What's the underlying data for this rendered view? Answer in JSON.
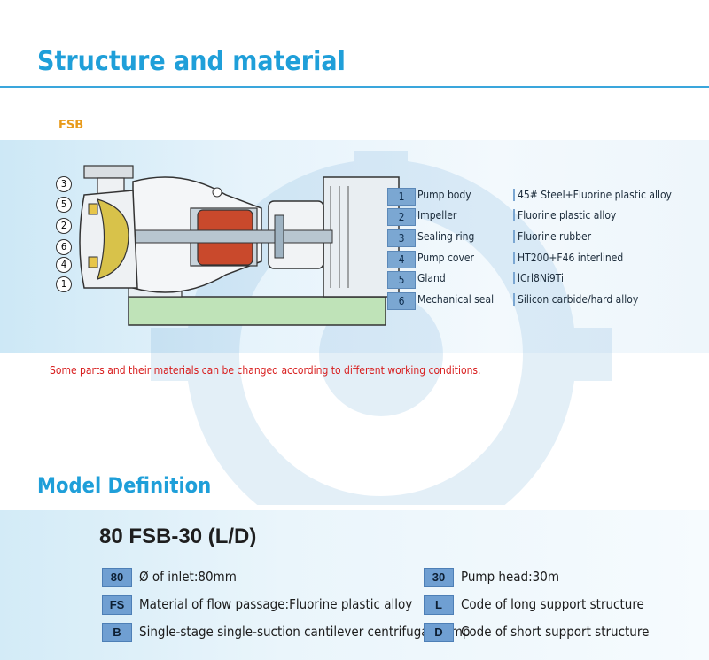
{
  "structure": {
    "title": "Structure and material",
    "series_tag": "FSB",
    "callouts": [
      "3",
      "5",
      "2",
      "6",
      "4",
      "1"
    ],
    "parts": [
      {
        "num": "1",
        "name": "Pump body",
        "material": "45# Steel+Fluorine plastic alloy"
      },
      {
        "num": "2",
        "name": "Impeller",
        "material": "Fluorine plastic alloy"
      },
      {
        "num": "3",
        "name": "Sealing ring",
        "material": "Fluorine rubber"
      },
      {
        "num": "4",
        "name": "Pump cover",
        "material": "HT200+F46 interlined"
      },
      {
        "num": "5",
        "name": "Gland",
        "material": "lCrl8Ni9Ti"
      },
      {
        "num": "6",
        "name": "Mechanical seal",
        "material": "Silicon carbide/hard alloy"
      }
    ],
    "note": "Some parts and their materials can be changed according to different working conditions."
  },
  "model": {
    "title": "Model Definition",
    "code": "80 FSB-30 (L/D)",
    "left": [
      {
        "code": "80",
        "text": "Ø of inlet:80mm"
      },
      {
        "code": "FS",
        "text": "Material of flow passage:Fluorine plastic alloy"
      },
      {
        "code": "B",
        "text": "Single-stage single-suction cantilever centrifugal pump"
      }
    ],
    "right": [
      {
        "code": "30",
        "text": "Pump head:30m"
      },
      {
        "code": "L",
        "text": "Code of long support structure"
      },
      {
        "code": "D",
        "text": "Code of short support structure"
      }
    ]
  },
  "colors": {
    "accent": "#1f9fd9",
    "tag": "#e89a1a",
    "note": "#d81d1d",
    "badge": "#7ba7d2"
  }
}
